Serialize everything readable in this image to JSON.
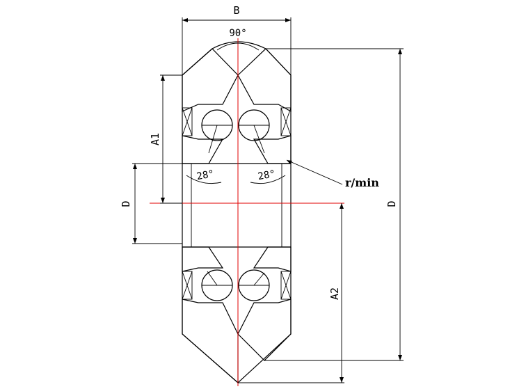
{
  "drawing": {
    "labels": {
      "width": "B",
      "cone_angle": "90°",
      "outer_diameter": "D",
      "bore_diameter": "D",
      "distance_a1": "A1",
      "distance_a2": "A2",
      "contact_angle_left": "28°",
      "contact_angle_right": "28°",
      "speed": "r/min"
    },
    "colors": {
      "line": "#000000",
      "centerline": "#e00000",
      "background": "#ffffff"
    }
  }
}
